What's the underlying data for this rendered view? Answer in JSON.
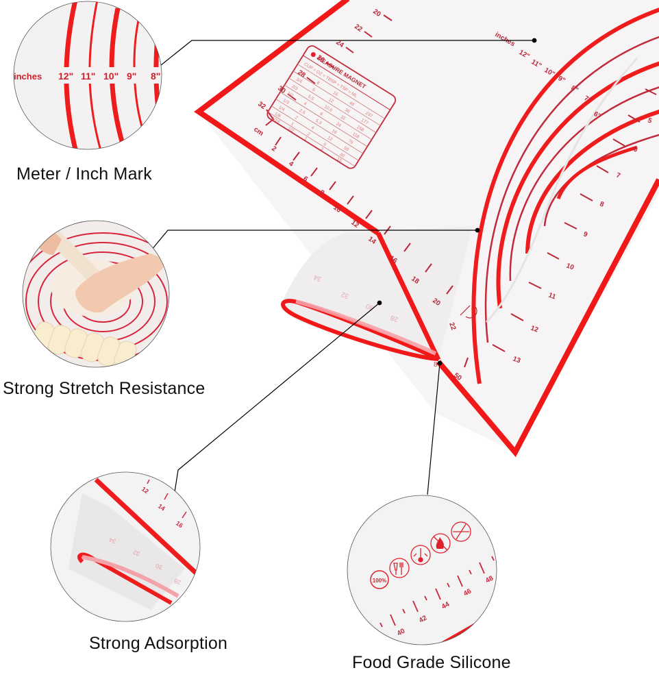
{
  "colors": {
    "accent_red": "#f01818",
    "print_red": "#c8283c",
    "mat_fill": "#f4f2f2",
    "caption_text": "#111111",
    "leader_line": "#000000"
  },
  "features": [
    {
      "id": "inch-mark",
      "caption": "Meter / Inch Mark"
    },
    {
      "id": "stretch",
      "caption": "Strong Stretch Resistance"
    },
    {
      "id": "adsorption",
      "caption": "Strong Adsorption"
    },
    {
      "id": "food-grade",
      "caption": "Food Grade Silicone"
    }
  ],
  "inch_callout": {
    "unit_label": "inches",
    "labels": [
      "12\"",
      "11\"",
      "10\"",
      "9\"",
      "8\""
    ]
  },
  "mat": {
    "cm_label": "cm",
    "left_ruler": [
      "20",
      "22",
      "24",
      "26",
      "28",
      "30",
      "32"
    ],
    "top_ruler": [
      "2",
      "4",
      "6",
      "8",
      "10",
      "12",
      "14",
      "16",
      "18",
      "20",
      "22"
    ],
    "right_ruler": [
      "5",
      "6",
      "7",
      "8",
      "9",
      "10",
      "11",
      "12",
      "13"
    ],
    "bottom_label": "50",
    "fold_labels": [
      "34",
      "32",
      "30",
      "28",
      "8"
    ],
    "circle_unit_label": "inches",
    "circle_labels": [
      "12\"",
      "11\"",
      "10\"",
      "9\"",
      "8\"",
      "7\"",
      "6\""
    ],
    "measure_table": {
      "title": "MEASURE MAGNET",
      "header": "CUP = OZ = TBSP = TSP = ML",
      "rows": [
        [
          "1",
          "8",
          "16",
          "48",
          "237"
        ],
        [
          "3/4",
          "6",
          "12",
          "36",
          "177"
        ],
        [
          "2/3",
          "5.5",
          "10.6",
          "32",
          "158"
        ],
        [
          "1/2",
          "4",
          "8",
          "24",
          "118"
        ],
        [
          "1/3",
          "2.5",
          "5.3",
          "16",
          "79"
        ],
        [
          "1/4",
          "2",
          "4",
          "12",
          "59"
        ],
        [
          "1/8",
          "1",
          "2",
          "6",
          "30"
        ],
        [
          "1/16",
          "1/2",
          "1",
          "3",
          "15"
        ]
      ]
    }
  },
  "adsorption_callout": {
    "labels": [
      "12",
      "14",
      "16",
      "34",
      "32",
      "30",
      "28"
    ]
  },
  "food_grade_callout": {
    "ruler_labels": [
      "40",
      "42",
      "44",
      "46",
      "48"
    ],
    "icons": [
      {
        "name": "platinum-100-silicone-badge",
        "text": "100%"
      },
      {
        "name": "food-safe-glass-fork-icon"
      },
      {
        "name": "temperature-thermometer-icon"
      },
      {
        "name": "no-flame-icon"
      },
      {
        "name": "no-knife-icon"
      }
    ]
  }
}
